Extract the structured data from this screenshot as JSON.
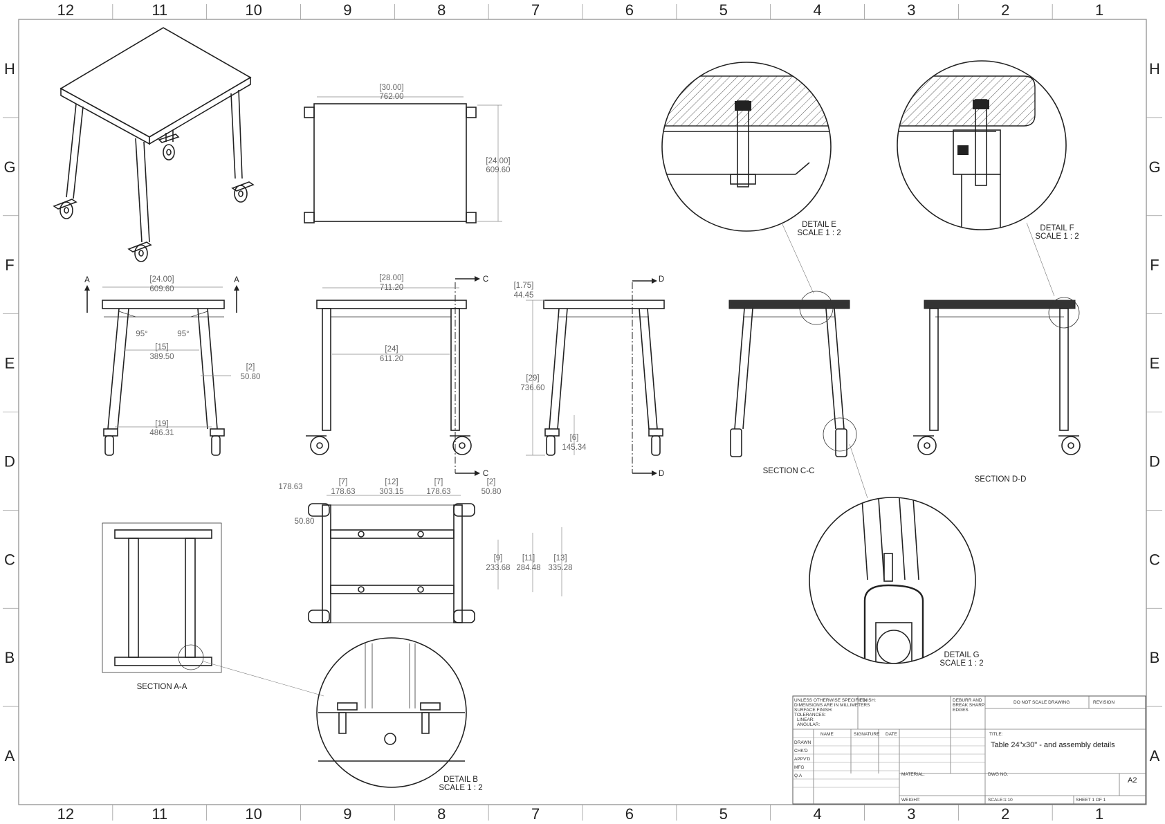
{
  "sheet": {
    "columns": [
      "12",
      "11",
      "10",
      "9",
      "8",
      "7",
      "6",
      "5",
      "4",
      "3",
      "2",
      "1"
    ],
    "rows": [
      "H",
      "G",
      "F",
      "E",
      "D",
      "C",
      "B",
      "A"
    ]
  },
  "top_view": {
    "width_inch": "30.00",
    "width_mm": "762.00",
    "depth_inch": "24.00",
    "depth_mm": "609.60"
  },
  "front_view": {
    "section_mark": "A",
    "width_inch": "24.00",
    "width_mm": "609.60",
    "angle_left": "95°",
    "angle_right": "95°",
    "inner_inch": "15",
    "inner_mm": "389.50",
    "leg_inch": "2",
    "leg_mm": "50.80",
    "bottom_inch": "19",
    "bottom_mm": "486.31"
  },
  "side_view": {
    "section_mark": "C",
    "width_inch": "28.00",
    "width_mm": "711.20",
    "rail_inch": "24",
    "rail_mm": "611.20"
  },
  "right_view": {
    "section_mark": "D",
    "top_inch": "1.75",
    "top_mm": "44.45",
    "height_inch": "29",
    "height_mm": "736.60",
    "caster_inch": "6",
    "caster_mm": "145.34"
  },
  "bottom_view": {
    "outer_left_mm": "178.63",
    "d1_inch": "7",
    "d1_mm": "178.63",
    "d2_inch": "12",
    "d2_mm": "303.15",
    "d3_inch": "7",
    "d3_mm": "178.63",
    "d4_inch": "2",
    "d4_mm": "50.80",
    "side_mm": "50.80",
    "v1_inch": "9",
    "v1_mm": "233.68",
    "v2_inch": "11",
    "v2_mm": "284.48",
    "v3_inch": "13",
    "v3_mm": "335.28"
  },
  "labels": {
    "section_aa": "SECTION A-A",
    "section_cc": "SECTION C-C",
    "section_dd": "SECTION D-D",
    "detail_b": "DETAIL B",
    "detail_b_scale": "SCALE 1 : 2",
    "detail_e": "DETAIL E",
    "detail_e_scale": "SCALE 1 : 2",
    "detail_f": "DETAIL F",
    "detail_f_scale": "SCALE 1 : 2",
    "detail_g": "DETAIL G",
    "detail_g_scale": "SCALE 1 : 2"
  },
  "title_block": {
    "general_tol": [
      "UNLESS OTHERWISE SPECIFIED:",
      "DIMENSIONS ARE IN MILLIMETERS",
      "SURFACE FINISH:",
      "TOLERANCES:",
      "LINEAR:",
      "ANGULAR:"
    ],
    "finish": "FINISH:",
    "deburr": [
      "DEBURR AND",
      "BREAK SHARP",
      "EDGES"
    ],
    "do_not_scale": "DO NOT SCALE DRAWING",
    "revision": "REVISION",
    "headers": [
      "NAME",
      "SIGNATURE",
      "DATE"
    ],
    "roles": [
      "DRAWN",
      "CHK'D",
      "APPV'D",
      "MFG",
      "Q.A"
    ],
    "title_label": "TITLE:",
    "title": "Table 24\"x30\" - and assembly details",
    "material": "MATERIAL:",
    "dwg_no": "DWG NO.",
    "size": "A2",
    "weight": "WEIGHT:",
    "scale": "SCALE:1:10",
    "sheet": "SHEET 1 OF 1"
  }
}
